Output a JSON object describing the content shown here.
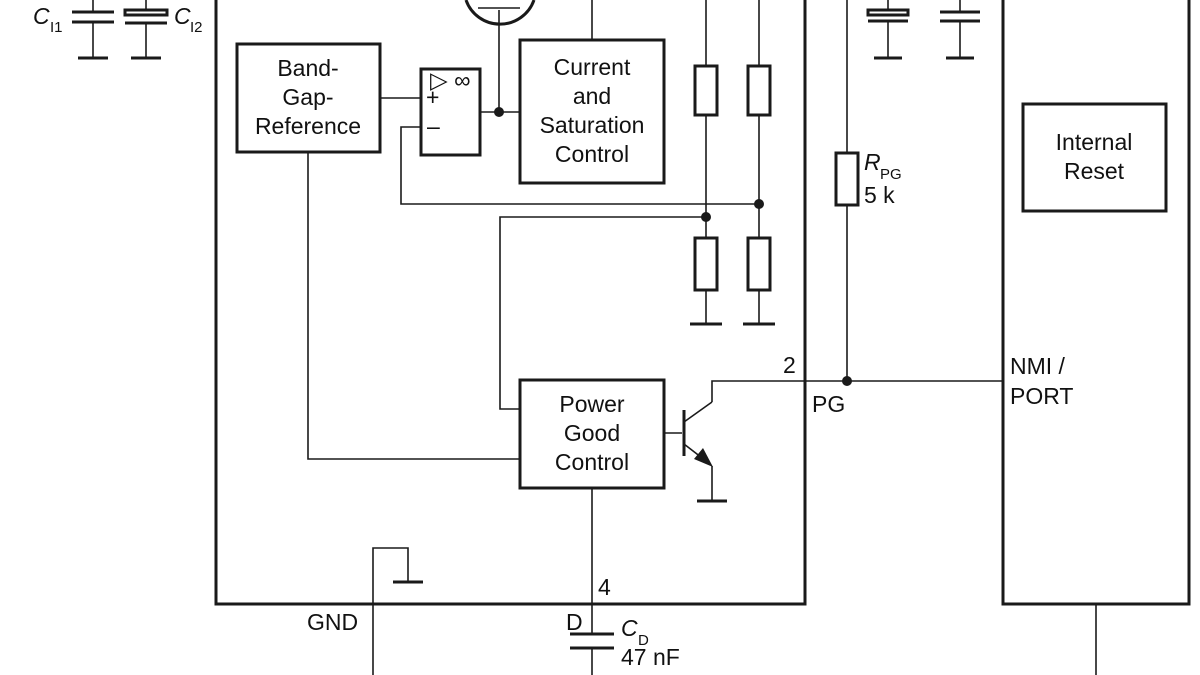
{
  "blocks": {
    "bandgap": [
      "Band-",
      "Gap-",
      "Reference"
    ],
    "current": [
      "Current",
      "and",
      "Saturation",
      "Control"
    ],
    "powergood": [
      "Power",
      "Good",
      "Control"
    ],
    "reset": [
      "Internal",
      "Reset"
    ]
  },
  "opamp": {
    "symbol": "▷ ∞",
    "plus": "+",
    "minus": "–"
  },
  "capacitors": {
    "ci1": {
      "sym": "C",
      "sub": "I1"
    },
    "ci2": {
      "sym": "C",
      "sub": "I2"
    },
    "cd": {
      "sym": "C",
      "sub": "D",
      "value": "47 nF"
    }
  },
  "resistor_pg": {
    "sym": "R",
    "sub": "PG",
    "value": "5 k"
  },
  "pins": {
    "pg_num": "2",
    "pg_name": "PG",
    "d_num": "4",
    "d_name": "D",
    "gnd": "GND"
  },
  "mcu_pin": [
    "NMI /",
    "PORT"
  ]
}
